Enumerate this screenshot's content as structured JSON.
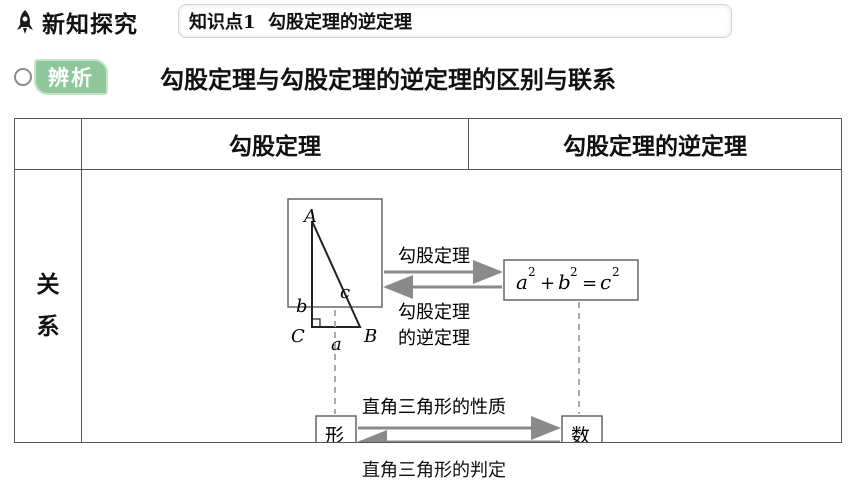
{
  "header": {
    "section_title": "新知探究",
    "knowledge_point": "知识点1  勾股定理的逆定理"
  },
  "subheader": {
    "tag": "辨析",
    "heading": "勾股定理与勾股定理的逆定理的区别与联系"
  },
  "table": {
    "col1": "勾股定理",
    "col2": "勾股定理的逆定理",
    "row_label_line1": "关",
    "row_label_line2": "系"
  },
  "diagram": {
    "vertex_a": "A",
    "vertex_b": "B",
    "vertex_c": "C",
    "side_a": "a",
    "side_b": "b",
    "side_c": "c",
    "formula_a": "a",
    "formula_b": "b",
    "formula_c": "c",
    "formula_exp": "2",
    "formula_plus": "+",
    "formula_eq": "=",
    "arrow_top_label": "勾股定理",
    "arrow_mid_label_line1": "勾股定理",
    "arrow_mid_label_line2": "的逆定理",
    "shape_box": "形",
    "number_box": "数",
    "arrow_property_label": "直角三角形的性质",
    "arrow_judge_label": "直角三角形的判定"
  },
  "colors": {
    "tag_green": "#8fc79a",
    "arrow_gray": "#8a8a8a",
    "box_border": "#666666"
  }
}
